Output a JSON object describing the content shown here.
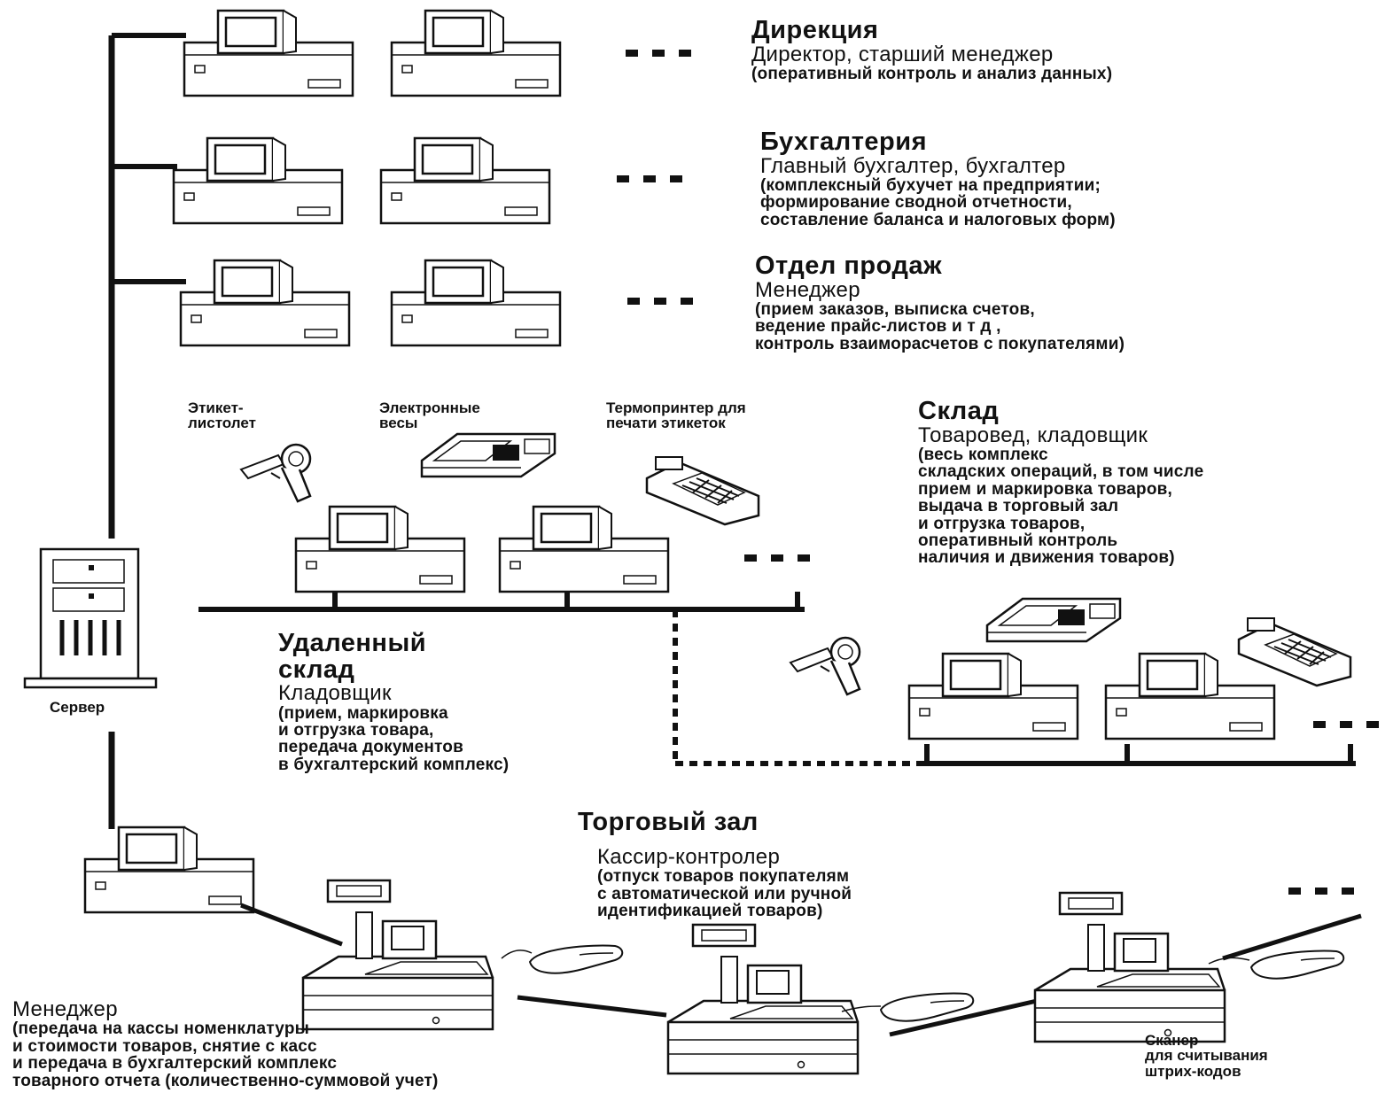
{
  "sections": {
    "direction": {
      "title": "Дирекция",
      "role": "Директор, старший менеджер",
      "lines": [
        "(оперативный контроль и анализ данных)"
      ]
    },
    "accounting": {
      "title": "Бухгалтерия",
      "role": "Главный бухгалтер, бухгалтер",
      "lines": [
        "(комплексный бухучет на предприятии;",
        "формирование сводной отчетности,",
        "составление баланса и налоговых форм)"
      ]
    },
    "sales": {
      "title": "Отдел продаж",
      "role": "Менеджер",
      "lines": [
        "(прием заказов, выписка счетов,",
        "ведение прайс-листов и т д ,",
        "контроль взаиморасчетов с покупателями)"
      ]
    },
    "warehouse": {
      "title": "Склад",
      "role": "Товаровед, кладовщик",
      "lines": [
        "(весь комплекс",
        "складских операций, в том числе",
        "прием и маркировка товаров,",
        "выдача в торговый зал",
        "и отгрузка товаров,",
        "оперативный контроль",
        "наличия и движения товаров)"
      ]
    },
    "remote_warehouse": {
      "title_lines": [
        "Удаленный",
        "склад"
      ],
      "role": "Кладовщик",
      "lines": [
        "(прием, маркировка",
        "и отгрузка товара,",
        "передача документов",
        "в бухгалтерский комплекс)"
      ]
    },
    "sales_floor": {
      "title": "Торговый зал",
      "role": "Кассир-контролер",
      "lines": [
        "(отпуск товаров покупателям",
        "с автоматической или ручной",
        "идентификацией товаров)"
      ]
    },
    "manager_bottom": {
      "role": "Менеджер",
      "lines": [
        "(передача на кассы номенклатуры",
        "и стоимости товаров, снятие с касс",
        "и передача в бухгалтерский комплекс",
        "товарного отчета (количественно-суммовой учет)"
      ]
    }
  },
  "devices": {
    "label_gun": [
      "Этикет-",
      "листолет"
    ],
    "scales": [
      "Электронные",
      "весы"
    ],
    "thermo_printer": [
      "Термопринтер для",
      "печати этикеток"
    ],
    "server": "Сервер",
    "scanner": [
      "Сканер",
      "для считывания",
      "штрих-кодов"
    ]
  }
}
